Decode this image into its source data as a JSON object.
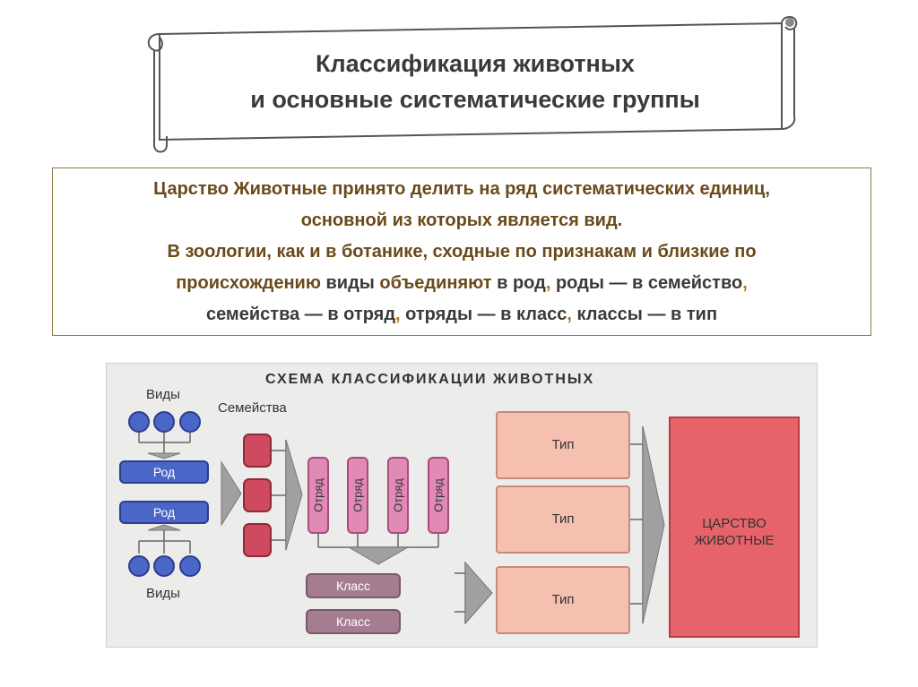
{
  "title": {
    "line1": "Классификация животных",
    "line2": "и основные систематические группы"
  },
  "intro": {
    "line1": "Царство Животные принято делить на ряд систематических единиц,",
    "line2": "основной из которых является вид.",
    "line3": "В зоологии, как и в ботанике, сходные по признакам и близкие по",
    "line4_a": "происхождению",
    "line4_b": " виды ",
    "line4_c": "объединяют",
    "line4_d": " в род",
    "line4_e": ",",
    "line4_f": " роды — в семейство",
    "line4_g": ",",
    "line5_a": "семейства — в отряд",
    "line5_b": ",",
    "line5_c": " отряды — в класс",
    "line5_d": ",",
    "line5_e": " классы — в тип"
  },
  "scheme": {
    "title": "СХЕМА КЛАССИФИКАЦИИ ЖИВОТНЫХ",
    "species_label_top": "Виды",
    "species_label_bottom": "Виды",
    "families_label": "Семейства",
    "genus": [
      "Род",
      "Род"
    ],
    "orders": [
      "Отряд",
      "Отряд",
      "Отряд",
      "Отряд"
    ],
    "classes": [
      "Класс",
      "Класс"
    ],
    "phyla": [
      "Тип",
      "Тип",
      "Тип"
    ],
    "kingdom_line1": "ЦАРСТВО",
    "kingdom_line2": "ЖИВОТНЫЕ",
    "colors": {
      "species": "#4a66c8",
      "families": "#cf4a5e",
      "orders": "#e28ab6",
      "classes": "#a57c90",
      "phyla": "#f5c0b0",
      "kingdom": "#e6636a"
    }
  }
}
